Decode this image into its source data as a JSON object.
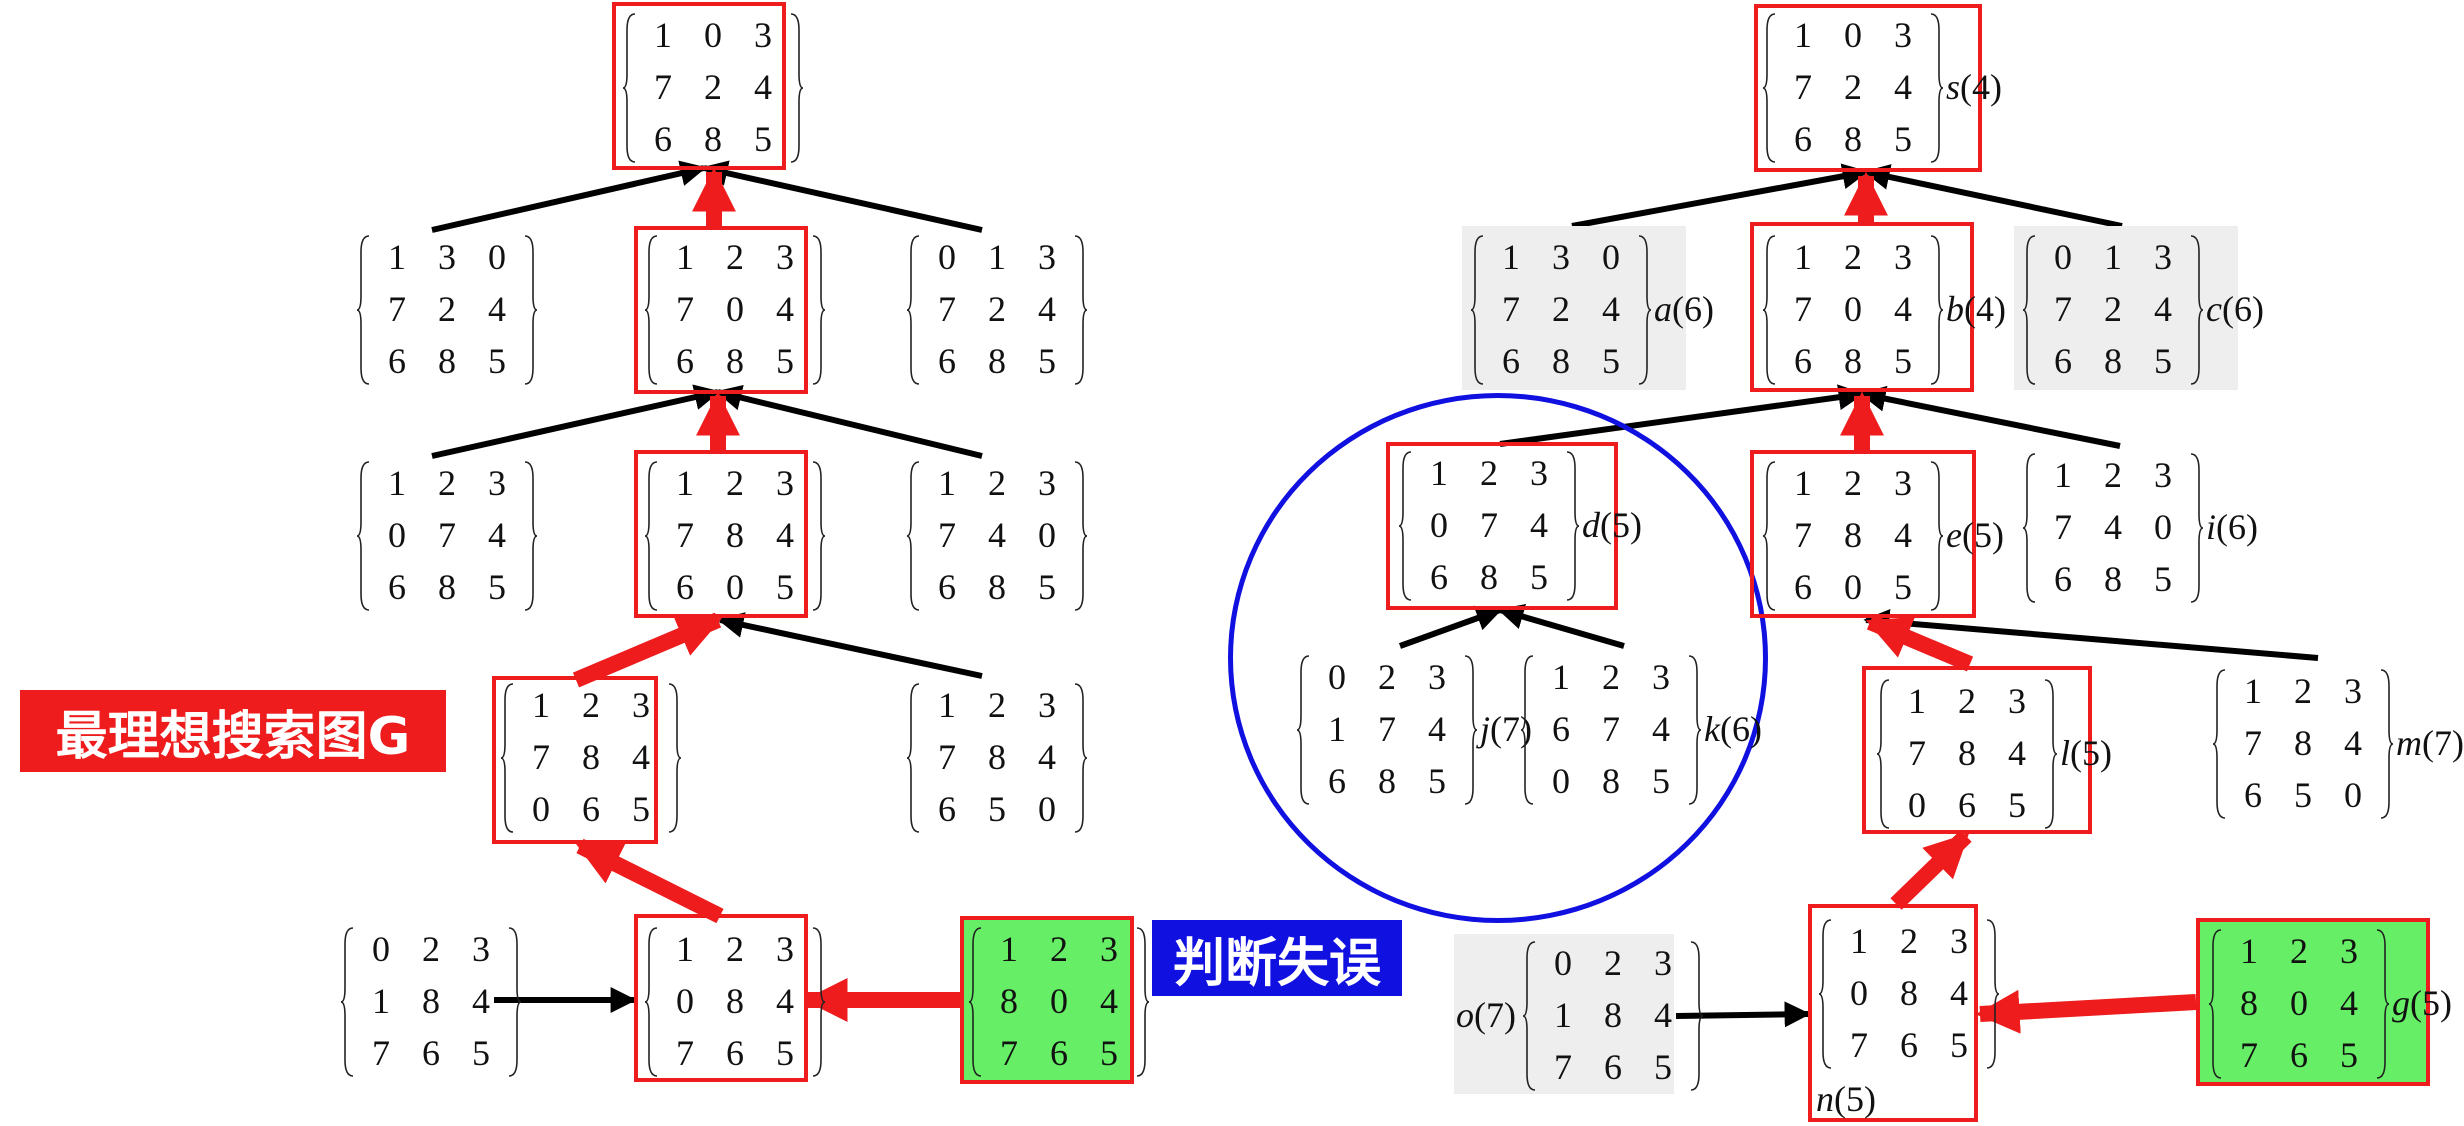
{
  "labels": {
    "ideal_graph": "最理想搜索图G",
    "misjudgment": "判断失误"
  },
  "colors": {
    "path_arrow": "#ee1c1c",
    "tree_arrow": "#000000",
    "box_border": "#ee1c1c",
    "goal_fill": "#66ee66",
    "pruned_fill": "#eeeeee",
    "circle": "#1010e0",
    "ideal_tag_bg": "#ee1c1c",
    "misjudgment_tag_bg": "#1010e0"
  },
  "left_graph": {
    "nodes": [
      {
        "id": "L0",
        "grid": [
          "1",
          "0",
          "3",
          "7",
          "2",
          "4",
          "6",
          "8",
          "5"
        ],
        "style": "red"
      },
      {
        "id": "L1a",
        "grid": [
          "1",
          "3",
          "0",
          "7",
          "2",
          "4",
          "6",
          "8",
          "5"
        ],
        "style": "plain"
      },
      {
        "id": "L1b",
        "grid": [
          "1",
          "2",
          "3",
          "7",
          "0",
          "4",
          "6",
          "8",
          "5"
        ],
        "style": "red"
      },
      {
        "id": "L1c",
        "grid": [
          "0",
          "1",
          "3",
          "7",
          "2",
          "4",
          "6",
          "8",
          "5"
        ],
        "style": "plain"
      },
      {
        "id": "L2a",
        "grid": [
          "1",
          "2",
          "3",
          "0",
          "7",
          "4",
          "6",
          "8",
          "5"
        ],
        "style": "plain"
      },
      {
        "id": "L2b",
        "grid": [
          "1",
          "2",
          "3",
          "7",
          "8",
          "4",
          "6",
          "0",
          "5"
        ],
        "style": "red"
      },
      {
        "id": "L2c",
        "grid": [
          "1",
          "2",
          "3",
          "7",
          "4",
          "0",
          "6",
          "8",
          "5"
        ],
        "style": "plain"
      },
      {
        "id": "L3a",
        "grid": [
          "1",
          "2",
          "3",
          "7",
          "8",
          "4",
          "0",
          "6",
          "5"
        ],
        "style": "red"
      },
      {
        "id": "L3b",
        "grid": [
          "1",
          "2",
          "3",
          "7",
          "8",
          "4",
          "6",
          "5",
          "0"
        ],
        "style": "plain"
      },
      {
        "id": "L4a",
        "grid": [
          "0",
          "2",
          "3",
          "1",
          "8",
          "4",
          "7",
          "6",
          "5"
        ],
        "style": "plain"
      },
      {
        "id": "L4b",
        "grid": [
          "1",
          "2",
          "3",
          "0",
          "8",
          "4",
          "7",
          "6",
          "5"
        ],
        "style": "red"
      },
      {
        "id": "L4c",
        "grid": [
          "1",
          "2",
          "3",
          "8",
          "0",
          "4",
          "7",
          "6",
          "5"
        ],
        "style": "green"
      }
    ]
  },
  "right_graph": {
    "nodes": [
      {
        "id": "s",
        "grid": [
          "1",
          "0",
          "3",
          "7",
          "2",
          "4",
          "6",
          "8",
          "5"
        ],
        "style": "red",
        "name": "s",
        "cost": "(4)"
      },
      {
        "id": "a",
        "grid": [
          "1",
          "3",
          "0",
          "7",
          "2",
          "4",
          "6",
          "8",
          "5"
        ],
        "style": "grey",
        "name": "a",
        "cost": "(6)"
      },
      {
        "id": "b",
        "grid": [
          "1",
          "2",
          "3",
          "7",
          "0",
          "4",
          "6",
          "8",
          "5"
        ],
        "style": "red",
        "name": "b",
        "cost": "(4)"
      },
      {
        "id": "c",
        "grid": [
          "0",
          "1",
          "3",
          "7",
          "2",
          "4",
          "6",
          "8",
          "5"
        ],
        "style": "grey",
        "name": "c",
        "cost": "(6)"
      },
      {
        "id": "d",
        "grid": [
          "1",
          "2",
          "3",
          "0",
          "7",
          "4",
          "6",
          "8",
          "5"
        ],
        "style": "red",
        "name": "d",
        "cost": "(5)"
      },
      {
        "id": "e",
        "grid": [
          "1",
          "2",
          "3",
          "7",
          "8",
          "4",
          "6",
          "0",
          "5"
        ],
        "style": "red",
        "name": "e",
        "cost": "(5)"
      },
      {
        "id": "i",
        "grid": [
          "1",
          "2",
          "3",
          "7",
          "4",
          "0",
          "6",
          "8",
          "5"
        ],
        "style": "plain",
        "name": "i",
        "cost": "(6)"
      },
      {
        "id": "j",
        "grid": [
          "0",
          "2",
          "3",
          "1",
          "7",
          "4",
          "6",
          "8",
          "5"
        ],
        "style": "plain",
        "name": "j",
        "cost": "(7)"
      },
      {
        "id": "k",
        "grid": [
          "1",
          "2",
          "3",
          "6",
          "7",
          "4",
          "0",
          "8",
          "5"
        ],
        "style": "plain",
        "name": "k",
        "cost": "(6)"
      },
      {
        "id": "l",
        "grid": [
          "1",
          "2",
          "3",
          "7",
          "8",
          "4",
          "0",
          "6",
          "5"
        ],
        "style": "red",
        "name": "l",
        "cost": "(5)"
      },
      {
        "id": "m",
        "grid": [
          "1",
          "2",
          "3",
          "7",
          "8",
          "4",
          "6",
          "5",
          "0"
        ],
        "style": "plain",
        "name": "m",
        "cost": "(7)"
      },
      {
        "id": "o",
        "grid": [
          "0",
          "2",
          "3",
          "1",
          "8",
          "4",
          "7",
          "6",
          "5"
        ],
        "style": "grey",
        "name": "o",
        "cost": "(7)"
      },
      {
        "id": "n",
        "grid": [
          "1",
          "2",
          "3",
          "0",
          "8",
          "4",
          "7",
          "6",
          "5"
        ],
        "style": "red",
        "name": "n",
        "cost": "(5)"
      },
      {
        "id": "g",
        "grid": [
          "1",
          "2",
          "3",
          "8",
          "0",
          "4",
          "7",
          "6",
          "5"
        ],
        "style": "green",
        "name": "g",
        "cost": "(5)"
      }
    ]
  },
  "edges": [
    {
      "from": "L1a",
      "to": "L0",
      "kind": "tree"
    },
    {
      "from": "L1c",
      "to": "L0",
      "kind": "tree"
    },
    {
      "from": "L1b",
      "to": "L0",
      "kind": "path"
    },
    {
      "from": "L2a",
      "to": "L1b",
      "kind": "tree"
    },
    {
      "from": "L2c",
      "to": "L1b",
      "kind": "tree"
    },
    {
      "from": "L2b",
      "to": "L1b",
      "kind": "path"
    },
    {
      "from": "L3b",
      "to": "L2b",
      "kind": "tree"
    },
    {
      "from": "L3a",
      "to": "L2b",
      "kind": "path"
    },
    {
      "from": "L4b",
      "to": "L3a",
      "kind": "path"
    },
    {
      "from": "L4c",
      "to": "L4b",
      "kind": "path"
    },
    {
      "from": "L4a",
      "to": "L4b",
      "kind": "tree"
    },
    {
      "from": "a",
      "to": "s",
      "kind": "tree"
    },
    {
      "from": "c",
      "to": "s",
      "kind": "tree"
    },
    {
      "from": "b",
      "to": "s",
      "kind": "path"
    },
    {
      "from": "d",
      "to": "b",
      "kind": "tree"
    },
    {
      "from": "i",
      "to": "b",
      "kind": "tree"
    },
    {
      "from": "e",
      "to": "b",
      "kind": "path"
    },
    {
      "from": "j",
      "to": "d",
      "kind": "tree"
    },
    {
      "from": "k",
      "to": "d",
      "kind": "tree"
    },
    {
      "from": "m",
      "to": "e",
      "kind": "tree"
    },
    {
      "from": "l",
      "to": "e",
      "kind": "path"
    },
    {
      "from": "n",
      "to": "l",
      "kind": "path"
    },
    {
      "from": "o",
      "to": "n",
      "kind": "tree"
    },
    {
      "from": "g",
      "to": "n",
      "kind": "path"
    }
  ]
}
